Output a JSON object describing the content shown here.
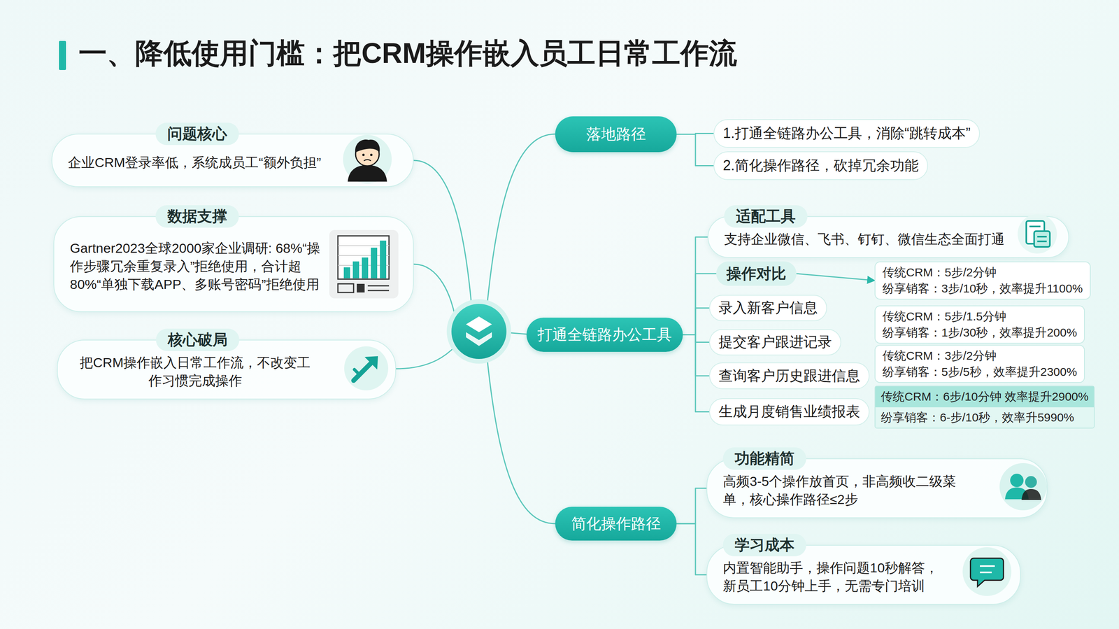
{
  "diagram": {
    "title": "一、降低使用门槛：把CRM操作嵌入员工日常工作流",
    "nodes": [
      {
        "text": [
          "问题核心",
          "企业CRM登录率低，系统成员工“额外负担”"
        ]
      },
      {
        "text": [
          "数据支撑",
          "Gartner2023全球2000家企业调研: 68%“操作步骤冗余重复录入”拒绝使用，合计超80%“单独下载APP、多账号密码”拒绝使用"
        ]
      },
      {
        "text": [
          "核心破局",
          "把CRM操作嵌入日常工作流，不改变工作习惯完成操作"
        ]
      },
      {
        "text": [
          "落地路径"
        ]
      },
      {
        "text": [
          "1.打通全链路办公工具，消除“跳转成本”"
        ]
      },
      {
        "text": [
          "2.简化操作路径，砍掉冗余功能"
        ]
      },
      {
        "text": [
          "打通全链路办公工具"
        ]
      },
      {
        "text": [
          "适配工具",
          "支持企业微信、飞书、钉钉、微信生态全面打通"
        ]
      },
      {
        "text": [
          "操作对比"
        ]
      },
      {
        "text": [
          "录入新客户信息"
        ]
      },
      {
        "text": [
          "提交客户跟进记录"
        ]
      },
      {
        "text": [
          "查询客户历史跟进信息"
        ]
      },
      {
        "text": [
          "生成月度销售业绩报表"
        ]
      },
      {
        "text": [
          "传统CRM：5步/2分钟",
          "纷享销客：3步/10秒，效率提升1100%"
        ]
      },
      {
        "text": [
          "传统CRM：5步/1.5分钟",
          "纷享销客：1步/30秒，效率提升200%"
        ]
      },
      {
        "text": [
          "传统CRM：3步/2分钟",
          "纷享销客：5步/5秒，效率提升2300%"
        ]
      },
      {
        "text": [
          "传统CRM：6步/10分钟 效率提升2900%",
          "纷享销客：6-步/10秒，效率升5990%"
        ]
      },
      {
        "text": [
          "简化操作路径"
        ]
      },
      {
        "text": [
          "功能精简",
          "高频3-5个操作放首页，非高频收二级菜单，核心操作路径≤2步"
        ]
      },
      {
        "text": [
          "学习成本",
          "内置智能助手，操作问题10秒解答，新员工10分钟上手，无需专门培训"
        ]
      }
    ],
    "edges": [
      {
        "from": 3,
        "to": 4,
        "arrow": "none"
      },
      {
        "from": 3,
        "to": 5,
        "arrow": "none"
      },
      {
        "from": 6,
        "to": 7,
        "arrow": "none"
      },
      {
        "from": 6,
        "to": 8,
        "arrow": "none"
      },
      {
        "from": 6,
        "to": 9,
        "arrow": "none"
      },
      {
        "from": 6,
        "to": 10,
        "arrow": "none"
      },
      {
        "from": 6,
        "to": 11,
        "arrow": "none"
      },
      {
        "from": 6,
        "to": 12,
        "arrow": "none"
      },
      {
        "from": 8,
        "to": 13,
        "arrow": "to"
      },
      {
        "from": 17,
        "to": 18,
        "arrow": "none"
      },
      {
        "from": 17,
        "to": 19,
        "arrow": "none"
      }
    ]
  }
}
